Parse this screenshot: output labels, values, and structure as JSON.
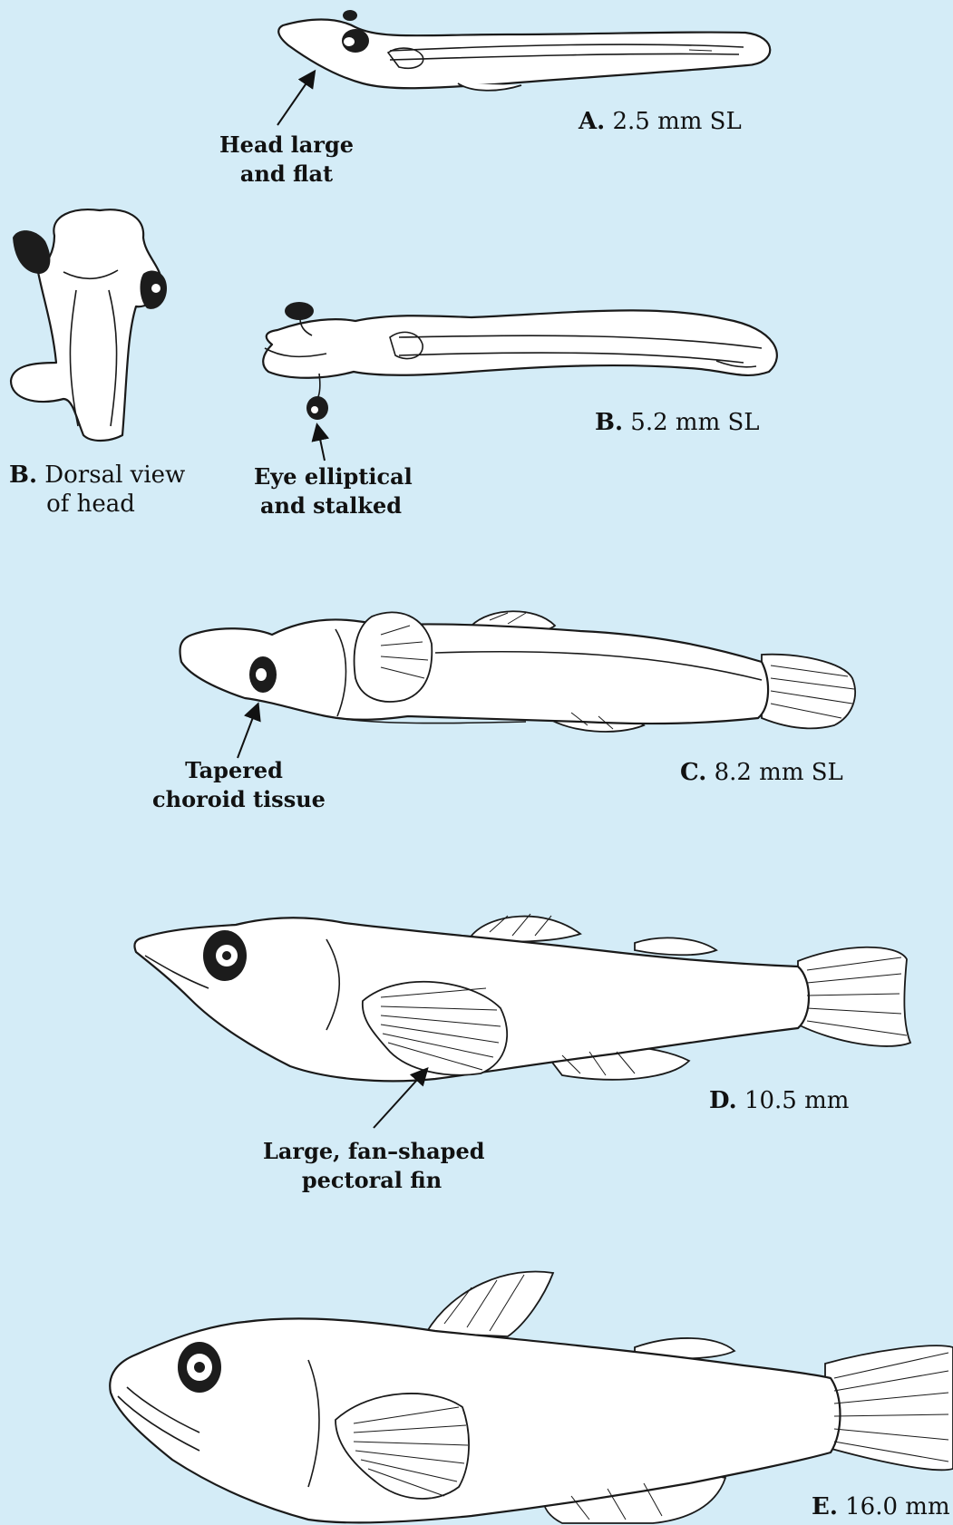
{
  "stages": {
    "a": {
      "letter": "A.",
      "size": "2.5 mm SL"
    },
    "b": {
      "letter": "B.",
      "size": "5.2 mm SL"
    },
    "b_dorsal": {
      "letter": "B.",
      "line1": "Dorsal view",
      "line2": "of head"
    },
    "c": {
      "letter": "C.",
      "size": "8.2 mm SL"
    },
    "d": {
      "letter": "D.",
      "size": "10.5 mm"
    },
    "e": {
      "letter": "E.",
      "size": "16.0 mm"
    }
  },
  "annotations": {
    "head": {
      "line1": "Head large",
      "line2": "and flat"
    },
    "eye": {
      "line1": "Eye elliptical",
      "line2": "and stalked"
    },
    "choroid": {
      "line1": "Tapered",
      "line2": "choroid tissue"
    },
    "pectoral": {
      "line1": "Large, fan–shaped",
      "line2": "pectoral fin"
    }
  },
  "colors": {
    "background": "#d4ecf7",
    "ink": "#1a1a1a"
  }
}
